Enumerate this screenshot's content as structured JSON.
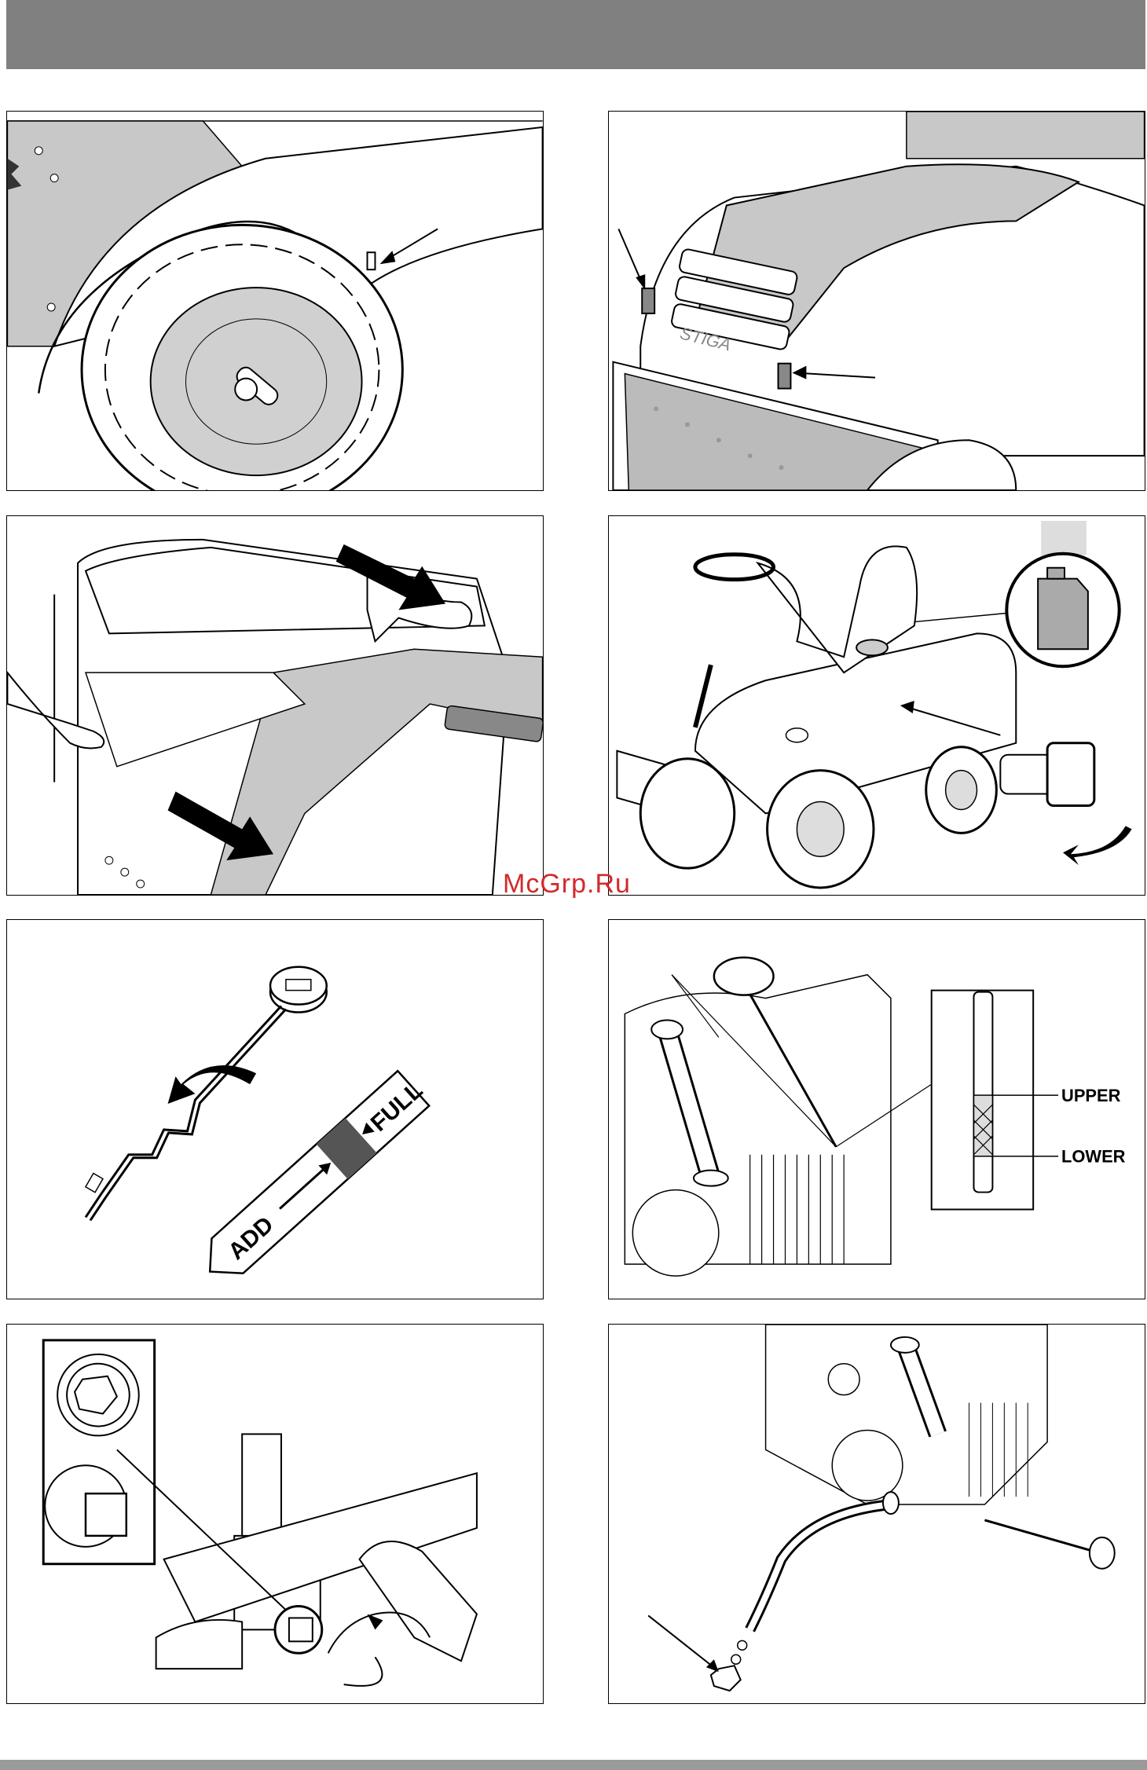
{
  "brand": {
    "logo_text": "STIGA"
  },
  "watermark": {
    "text": "McGrp.Ru"
  },
  "dipstick_labels": {
    "add": "ADD",
    "full": "FULL"
  },
  "oil_level_labels": {
    "upper": "UPPER",
    "lower": "LOWER"
  },
  "colors": {
    "header_bar": "#808080",
    "footer_bar": "#9a9a9a",
    "watermark": "#d22a2a",
    "panel_fill": "#c8c8c8"
  }
}
